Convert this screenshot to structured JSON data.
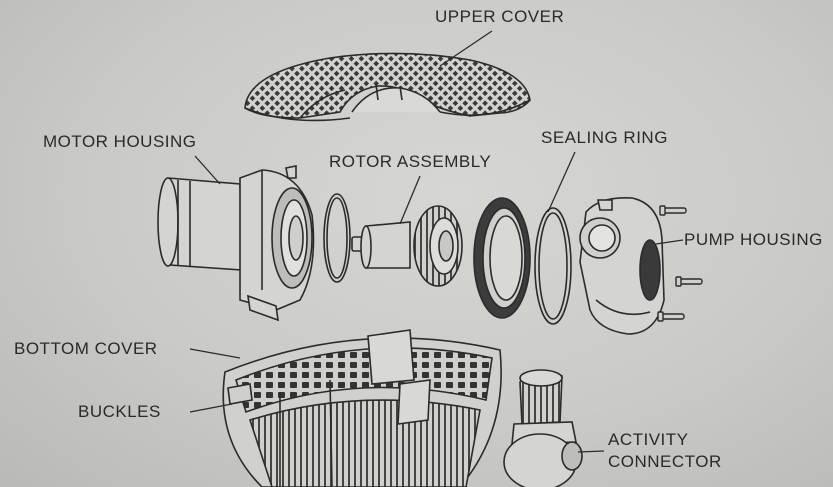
{
  "labels": {
    "upper_cover": "UPPER COVER",
    "motor_housing": "MOTOR HOUSING",
    "rotor_assembly": "ROTOR ASSEMBLY",
    "sealing_ring": "SEALING RING",
    "pump_housing": "PUMP HOUSING",
    "bottom_cover": "BOTTOM COVER",
    "buckles": "BUCKLES",
    "activity_connector_line1": "ACTIVITY",
    "activity_connector_line2": "CONNECTOR"
  },
  "colors": {
    "paper": "#cacac7",
    "ink": "#2a2a2a"
  }
}
